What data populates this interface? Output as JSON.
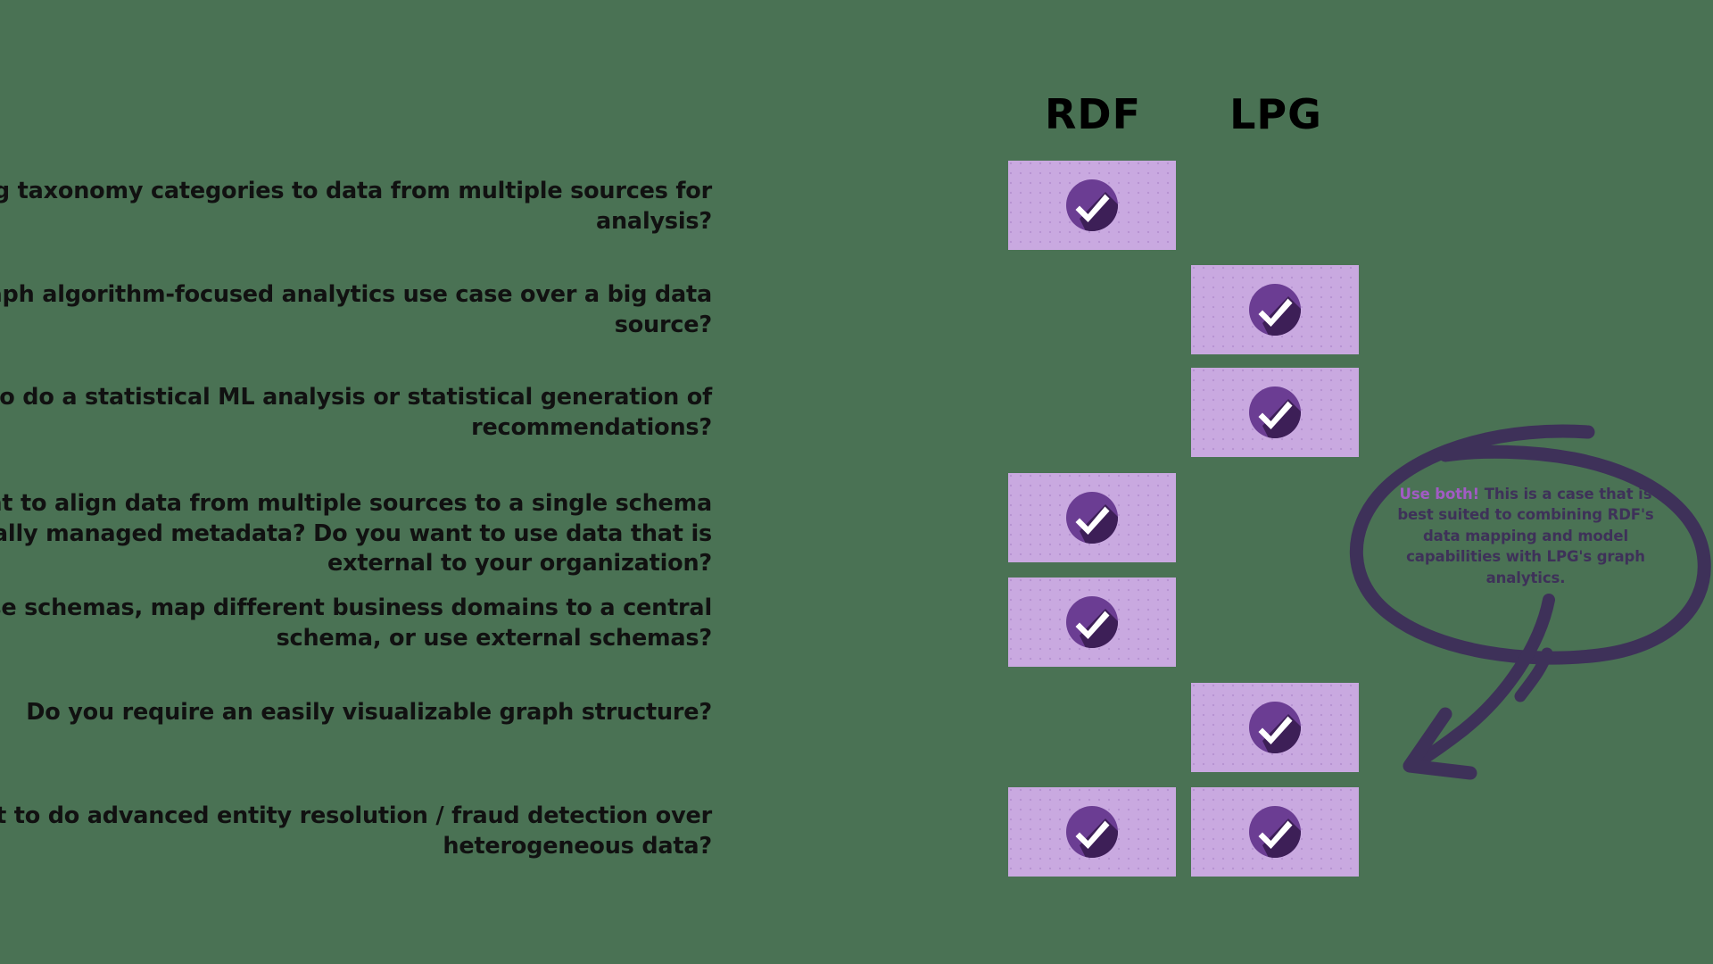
{
  "background_color": "#4a7254",
  "palette": {
    "cell_fill": "#c9a9e0",
    "badge_circle": "#6b3d93",
    "badge_shadow": "#3d1f57",
    "badge_check": "#ffffff",
    "header_text": "#000000",
    "question_text": "#111111",
    "annotation_ink": "#3e3159",
    "annotation_accent": "#a25bc4"
  },
  "columns": [
    {
      "id": "rdf",
      "label": "RDF"
    },
    {
      "id": "lpg",
      "label": "LPG"
    }
  ],
  "check_icon": {
    "name": "check-circle-icon",
    "glyph": "check"
  },
  "rows": [
    {
      "index": 1,
      "question": "Are you applying taxonomy categories to data from multiple sources for analysis?",
      "rdf": true,
      "lpg": false
    },
    {
      "index": 2,
      "question": "Do you have a graph algorithm-focused analytics use case over a big data source?",
      "rdf": false,
      "lpg": true
    },
    {
      "index": 3,
      "question": "Are you trying to do a statistical ML analysis or statistical generation of recommendations?",
      "rdf": false,
      "lpg": true
    },
    {
      "index": 4,
      "question": "Do you want to align data from multiple sources to a single schema alongside centrally managed metadata? Do you want to use data that is external to your organization?",
      "rdf": true,
      "lpg": false
    },
    {
      "index": 5,
      "question": "Do you want to reuse schemas, map different business domains to a central schema, or use external schemas?",
      "rdf": true,
      "lpg": false
    },
    {
      "index": 6,
      "question": "Do you require an easily visualizable graph structure?",
      "rdf": false,
      "lpg": true
    },
    {
      "index": 7,
      "question": "Do you want to do advanced entity resolution / fraud detection over heterogeneous data?",
      "rdf": true,
      "lpg": true
    }
  ],
  "annotation": {
    "lead": "Use both!",
    "body": " This is a case that is best suited to combining RDF's data mapping and model capabilities with LPG's graph analytics.",
    "full_text": "Use both! This is a case that is best suited to combining RDF's data mapping and model capabilities with LPG's graph analytics.",
    "target_row_index": 7
  }
}
